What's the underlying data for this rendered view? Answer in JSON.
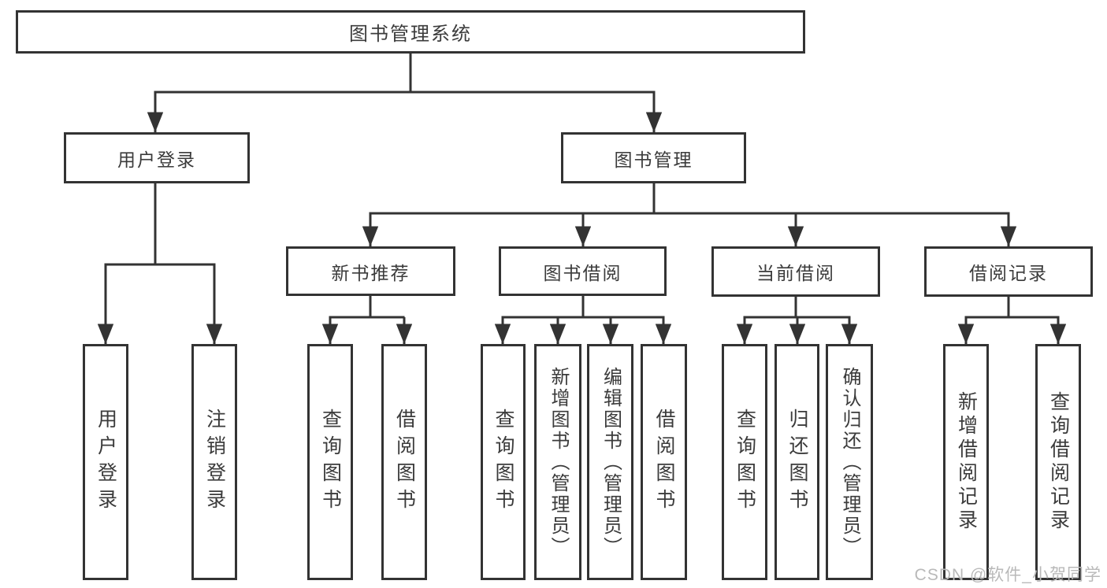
{
  "tree": {
    "root": "图书管理系统",
    "branches": [
      {
        "label": "用户登录",
        "leaves": [
          "用户登录",
          "注销登录"
        ]
      },
      {
        "label": "图书管理",
        "groups": [
          {
            "label": "新书推荐",
            "leaves": [
              "查询图书",
              "借阅图书"
            ]
          },
          {
            "label": "图书借阅",
            "leaves": [
              "查询图书",
              "新增图书（管理员）",
              "编辑图书（管理员）",
              "借阅图书"
            ]
          },
          {
            "label": "当前借阅",
            "leaves": [
              "查询图书",
              "归还图书",
              "确认归还（管理员）"
            ]
          },
          {
            "label": "借阅记录",
            "leaves": [
              "新增借阅记录",
              "查询借阅记录"
            ]
          }
        ]
      }
    ]
  },
  "watermark": "CSDN @软件_小贺同学",
  "colors": {
    "line": "#333333",
    "box_border": "#333333",
    "text": "#3b3b3b",
    "watermark": "#b9b9b9",
    "background": "#ffffff"
  }
}
